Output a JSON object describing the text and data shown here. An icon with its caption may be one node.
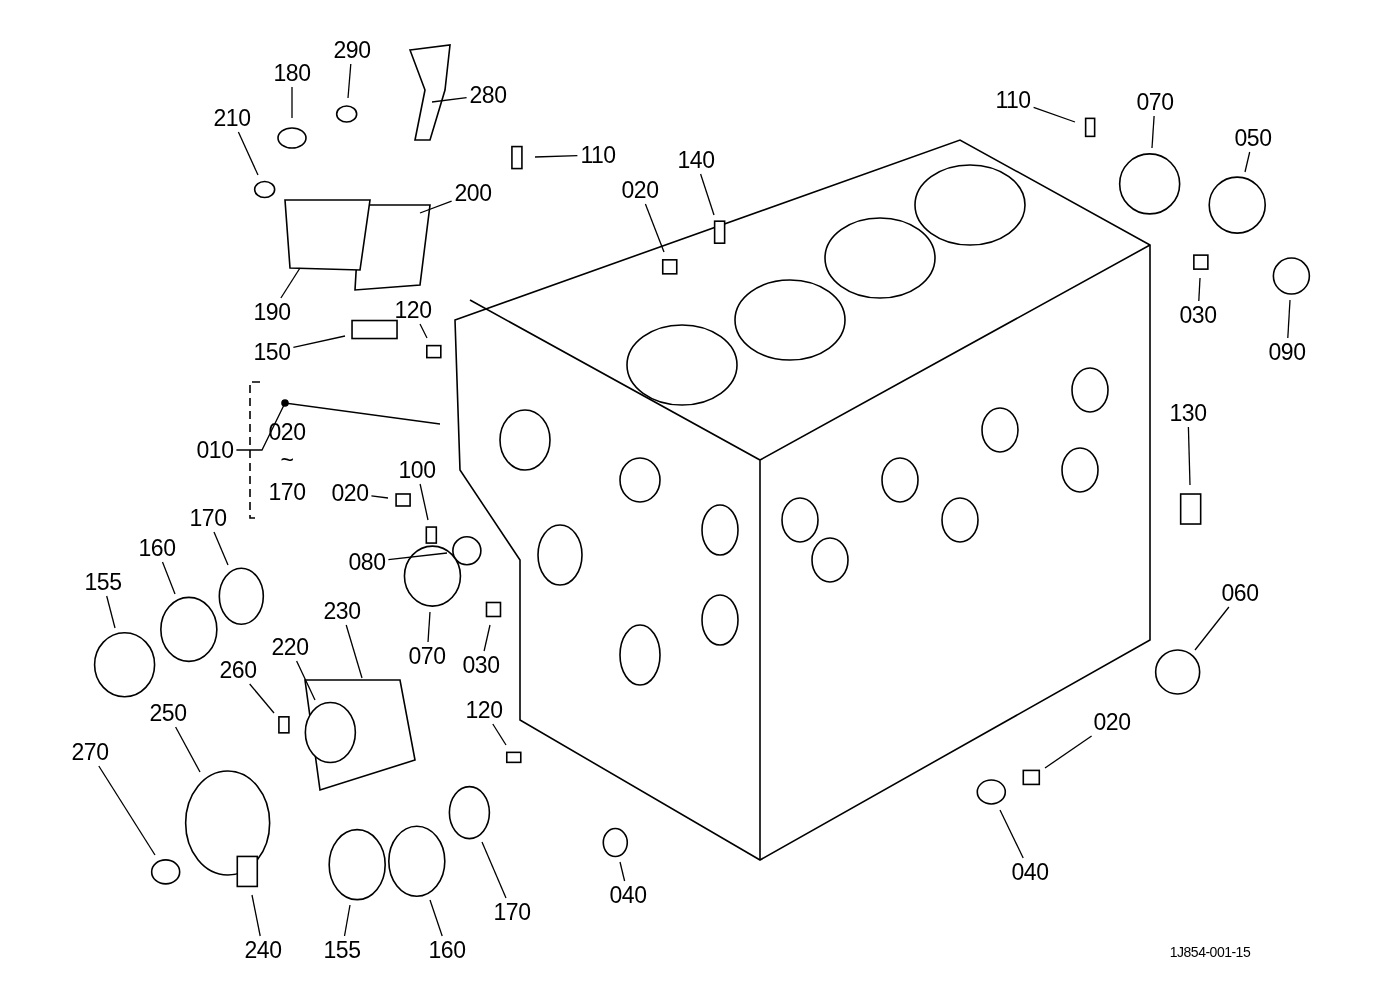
{
  "diagram": {
    "nodes": [
      {
        "text": [
          "290"
        ]
      },
      {
        "text": [
          "180"
        ]
      },
      {
        "text": [
          "280"
        ]
      },
      {
        "text": [
          "210"
        ]
      },
      {
        "text": [
          "110"
        ]
      },
      {
        "text": [
          "140"
        ]
      },
      {
        "text": [
          "110"
        ]
      },
      {
        "text": [
          "070"
        ]
      },
      {
        "text": [
          "050"
        ]
      },
      {
        "text": [
          "020"
        ]
      },
      {
        "text": [
          "200"
        ]
      },
      {
        "text": [
          "190"
        ]
      },
      {
        "text": [
          "120"
        ]
      },
      {
        "text": [
          "150"
        ]
      },
      {
        "text": [
          "030"
        ]
      },
      {
        "text": [
          "090"
        ]
      },
      {
        "text": [
          "010"
        ]
      },
      {
        "text": [
          "130"
        ]
      },
      {
        "text": [
          "100"
        ]
      },
      {
        "text": [
          "020"
        ]
      },
      {
        "text": [
          "170"
        ]
      },
      {
        "text": [
          "160"
        ]
      },
      {
        "text": [
          "080"
        ]
      },
      {
        "text": [
          "155"
        ]
      },
      {
        "text": [
          "230"
        ]
      },
      {
        "text": [
          "220"
        ]
      },
      {
        "text": [
          "060"
        ]
      },
      {
        "text": [
          "070"
        ]
      },
      {
        "text": [
          "030"
        ]
      },
      {
        "text": [
          "260"
        ]
      },
      {
        "text": [
          "120"
        ]
      },
      {
        "text": [
          "250"
        ]
      },
      {
        "text": [
          "270"
        ]
      },
      {
        "text": [
          "020"
        ]
      },
      {
        "text": [
          "040"
        ]
      },
      {
        "text": [
          "170"
        ]
      },
      {
        "text": [
          "040"
        ]
      },
      {
        "text": [
          "240"
        ]
      },
      {
        "text": [
          "155"
        ]
      },
      {
        "text": [
          "160"
        ]
      }
    ],
    "edges": [
      {
        "from": 0,
        "to": null,
        "arrow": "none"
      },
      {
        "from": 1,
        "to": null,
        "arrow": "none"
      },
      {
        "from": 2,
        "to": null,
        "arrow": "none"
      },
      {
        "from": 3,
        "to": null,
        "arrow": "none"
      },
      {
        "from": 4,
        "to": null,
        "arrow": "none"
      },
      {
        "from": 5,
        "to": null,
        "arrow": "none"
      },
      {
        "from": 6,
        "to": null,
        "arrow": "none"
      },
      {
        "from": 7,
        "to": null,
        "arrow": "none"
      },
      {
        "from": 8,
        "to": null,
        "arrow": "none"
      },
      {
        "from": 9,
        "to": null,
        "arrow": "none"
      },
      {
        "from": 10,
        "to": null,
        "arrow": "none"
      },
      {
        "from": 11,
        "to": null,
        "arrow": "none"
      },
      {
        "from": 12,
        "to": null,
        "arrow": "none"
      },
      {
        "from": 13,
        "to": null,
        "arrow": "none"
      },
      {
        "from": 14,
        "to": null,
        "arrow": "none"
      },
      {
        "from": 15,
        "to": null,
        "arrow": "none"
      },
      {
        "from": 16,
        "to": null,
        "arrow": "none"
      },
      {
        "from": 17,
        "to": null,
        "arrow": "none"
      },
      {
        "from": 18,
        "to": null,
        "arrow": "none"
      },
      {
        "from": 19,
        "to": null,
        "arrow": "none"
      },
      {
        "from": 20,
        "to": null,
        "arrow": "none"
      },
      {
        "from": 21,
        "to": null,
        "arrow": "none"
      },
      {
        "from": 22,
        "to": null,
        "arrow": "none"
      },
      {
        "from": 23,
        "to": null,
        "arrow": "none"
      },
      {
        "from": 24,
        "to": null,
        "arrow": "none"
      },
      {
        "from": 25,
        "to": null,
        "arrow": "none"
      },
      {
        "from": 26,
        "to": null,
        "arrow": "none"
      },
      {
        "from": 27,
        "to": null,
        "arrow": "none"
      },
      {
        "from": 28,
        "to": null,
        "arrow": "none"
      },
      {
        "from": 29,
        "to": null,
        "arrow": "none"
      },
      {
        "from": 30,
        "to": null,
        "arrow": "none"
      },
      {
        "from": 31,
        "to": null,
        "arrow": "none"
      },
      {
        "from": 32,
        "to": null,
        "arrow": "none"
      },
      {
        "from": 33,
        "to": null,
        "arrow": "none"
      },
      {
        "from": 34,
        "to": null,
        "arrow": "none"
      },
      {
        "from": 35,
        "to": null,
        "arrow": "none"
      },
      {
        "from": 36,
        "to": null,
        "arrow": "none"
      },
      {
        "from": 37,
        "to": null,
        "arrow": "none"
      },
      {
        "from": 38,
        "to": null,
        "arrow": "none"
      },
      {
        "from": 39,
        "to": null,
        "arrow": "none"
      }
    ],
    "labels": [
      "020",
      "~",
      "170",
      "1J854-001-15"
    ]
  }
}
